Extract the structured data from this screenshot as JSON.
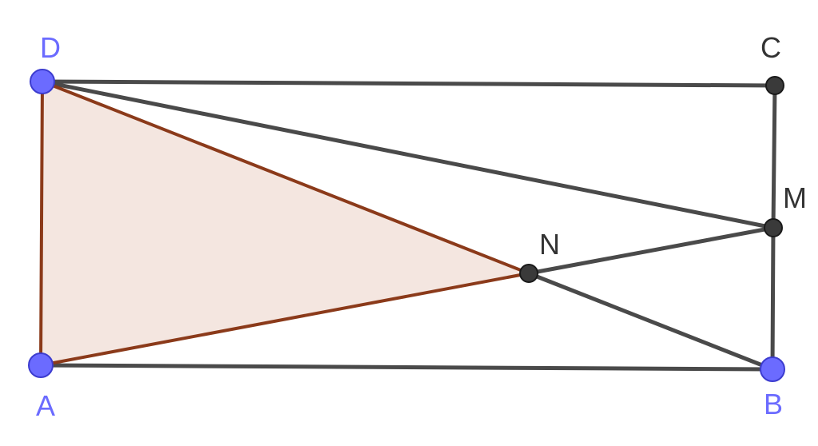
{
  "colors": {
    "background": "#ffffff",
    "segment": "#4a4a4a",
    "triangle_edge": "#8b3a1a",
    "triangle_fill": "#f4e6e0",
    "free_point": "#6b6bff",
    "free_point_label": "#6b6bff",
    "dependent_point": "#3a3a3a",
    "dependent_point_label": "#333333"
  },
  "points": [
    {
      "id": "D",
      "label": "D",
      "kind": "free"
    },
    {
      "id": "C",
      "label": "C",
      "kind": "dependent"
    },
    {
      "id": "M",
      "label": "M",
      "kind": "dependent"
    },
    {
      "id": "N",
      "label": "N",
      "kind": "dependent"
    },
    {
      "id": "A",
      "label": "A",
      "kind": "free"
    },
    {
      "id": "B",
      "label": "B",
      "kind": "free"
    }
  ],
  "segments": [
    {
      "from": "D",
      "to": "C"
    },
    {
      "from": "C",
      "to": "M"
    },
    {
      "from": "M",
      "to": "B"
    },
    {
      "from": "A",
      "to": "B"
    },
    {
      "from": "D",
      "to": "M"
    },
    {
      "from": "N",
      "to": "M"
    },
    {
      "from": "N",
      "to": "B"
    }
  ],
  "triangle": {
    "vertices": [
      "D",
      "A",
      "N"
    ]
  }
}
